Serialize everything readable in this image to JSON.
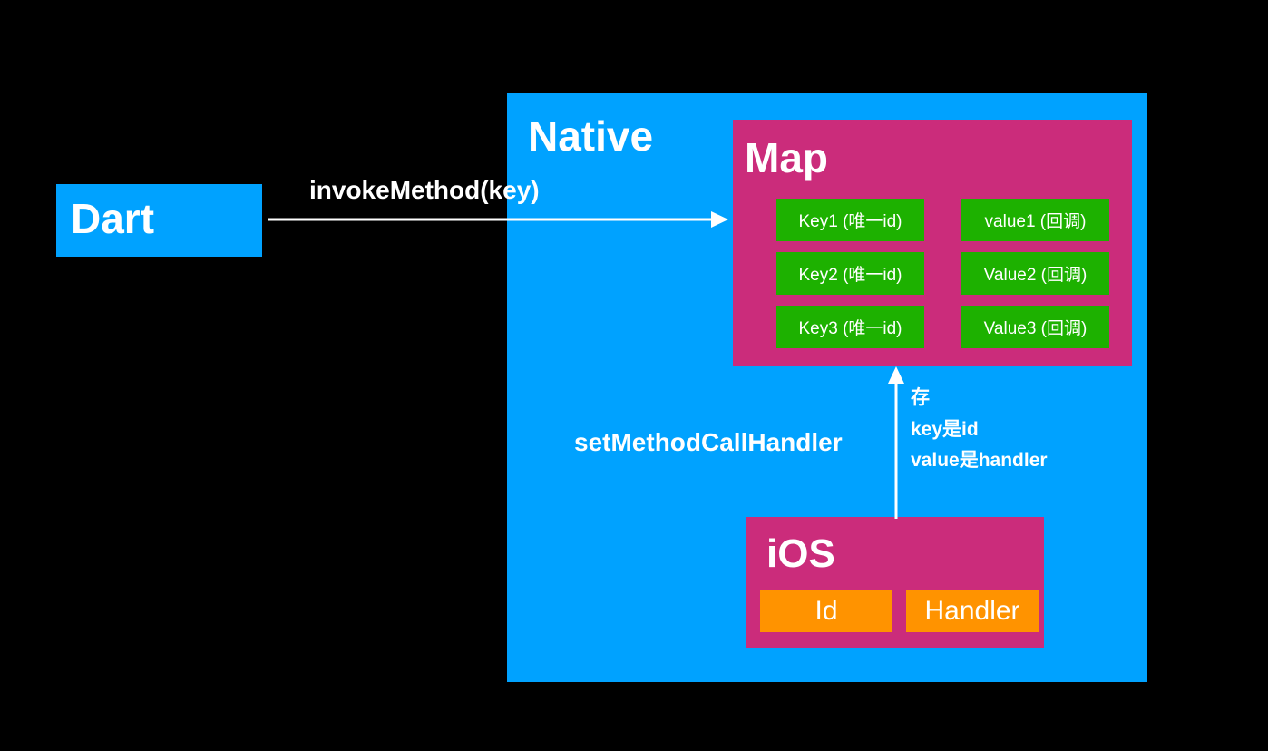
{
  "dart": {
    "label": "Dart"
  },
  "native": {
    "label": "Native"
  },
  "map": {
    "label": "Map",
    "keys": [
      "Key1 (唯一id)",
      "Key2 (唯一id)",
      "Key3 (唯一id)"
    ],
    "values": [
      "value1 (回调)",
      "Value2 (回调)",
      "Value3 (回调)"
    ]
  },
  "ios": {
    "label": "iOS",
    "id_label": "Id",
    "handler_label": "Handler"
  },
  "edges": {
    "invoke_label": "invokeMethod(key)",
    "set_label": "setMethodCallHandler",
    "store_notes": [
      "存",
      "key是id",
      "value是handler"
    ]
  },
  "colors": {
    "background": "#000000",
    "blue": "#00A2FF",
    "magenta": "#CB2C7B",
    "green": "#1DB100",
    "orange": "#FF9300",
    "text": "#FFFFFF"
  }
}
